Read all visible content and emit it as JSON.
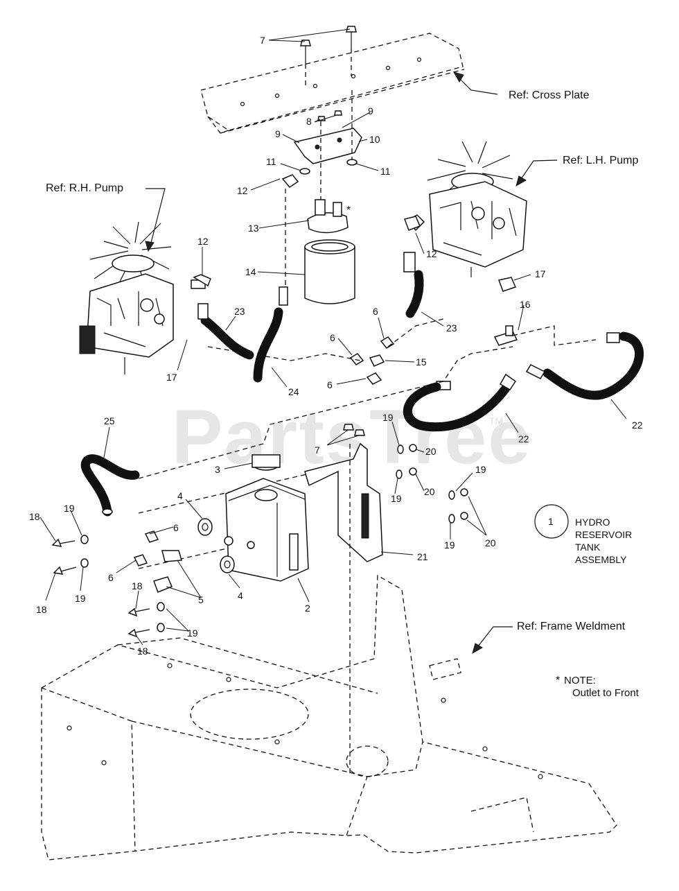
{
  "references": {
    "cross_plate": "Ref: Cross Plate",
    "lh_pump": "Ref: L.H. Pump",
    "rh_pump": "Ref: R.H. Pump",
    "frame_weldment": "Ref: Frame Weldment"
  },
  "legend": {
    "item_number": "1",
    "line1": "HYDRO",
    "line2": "RESERVOIR",
    "line3": "TANK",
    "line4": "ASSEMBLY"
  },
  "note": {
    "star": "*",
    "title": "NOTE:",
    "text": "Outlet to Front"
  },
  "watermark": {
    "text": "PartsTree",
    "trademark": "TM"
  },
  "callouts": {
    "c7_top": "7",
    "c8": "8",
    "c9_top": "9",
    "c9_left": "9",
    "c10": "10",
    "c11_left": "11",
    "c11_right": "11",
    "c12_top": "12",
    "c12_left": "12",
    "c12_right": "12",
    "c13": "13",
    "c14": "14",
    "c17_left": "17",
    "c17_right": "17",
    "c16": "16",
    "c23_left": "23",
    "c23_right": "23",
    "c24": "24",
    "c6_a": "6",
    "c6_b": "6",
    "c6_c": "6",
    "c15": "15",
    "c22_a": "22",
    "c22_b": "22",
    "c25": "25",
    "c7_mid": "7",
    "c19_a": "19",
    "c20_a": "20",
    "c20_b": "20",
    "c19_b": "19",
    "c19_c": "19",
    "c19_d": "19",
    "c20_c": "20",
    "c3": "3",
    "c4_a": "4",
    "c4_b": "4",
    "c6_d": "6",
    "c6_e": "6",
    "c18_a": "18",
    "c18_b": "18",
    "c18_c": "18",
    "c18_d": "18",
    "c19_e": "19",
    "c19_f": "19",
    "c19_g": "19",
    "c5": "5",
    "c2": "2",
    "c21": "21"
  }
}
